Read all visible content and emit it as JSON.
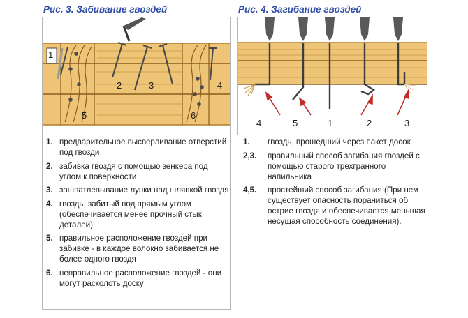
{
  "fig3": {
    "title": "Рис. 3. Забивание гвоздей",
    "labels": [
      "1",
      "2",
      "3",
      "4",
      "5",
      "6"
    ],
    "items": [
      {
        "num": "1.",
        "text": "предварительное высверливание отверстий под гвозди"
      },
      {
        "num": "2.",
        "text": "забивка гвоздя с помощью зенкера под углом к поверхности"
      },
      {
        "num": "3.",
        "text": "зашпатлевывание лунки над шляпкой гвоздя"
      },
      {
        "num": "4.",
        "text": "гвоздь, забитый под прямым углом (обеспечивается менее прочный стык деталей)"
      },
      {
        "num": "5.",
        "text": "правильное расположение гвоздей при забивке - в каждое волокно забивается не более одного гвоздя"
      },
      {
        "num": "6.",
        "text": "неправильное расположение гвоздей - они могут расколоть доску"
      }
    ]
  },
  "fig4": {
    "title": "Рис. 4. Загибание гвоздей",
    "labels": [
      "4",
      "5",
      "1",
      "2",
      "3"
    ],
    "items": [
      {
        "num": "1.",
        "text": "гвоздь, прошедший через пакет досок"
      },
      {
        "num": "2,3.",
        "text": "правильный способ загибания гвоздей с помощью старого трехгранного напильника"
      },
      {
        "num": "4,5.",
        "text": "простейший способ загибания (При нем существует опасность пораниться об острие гвоздя и обеспечивается меньшая несущая способность соединения)."
      }
    ]
  },
  "colors": {
    "wood": "#eec477",
    "wood_dark": "#d69a3e",
    "grain": "#b27a2c",
    "nail": "#4a4a4a",
    "title": "#2f4fa6",
    "arrow": "#c0302b"
  }
}
